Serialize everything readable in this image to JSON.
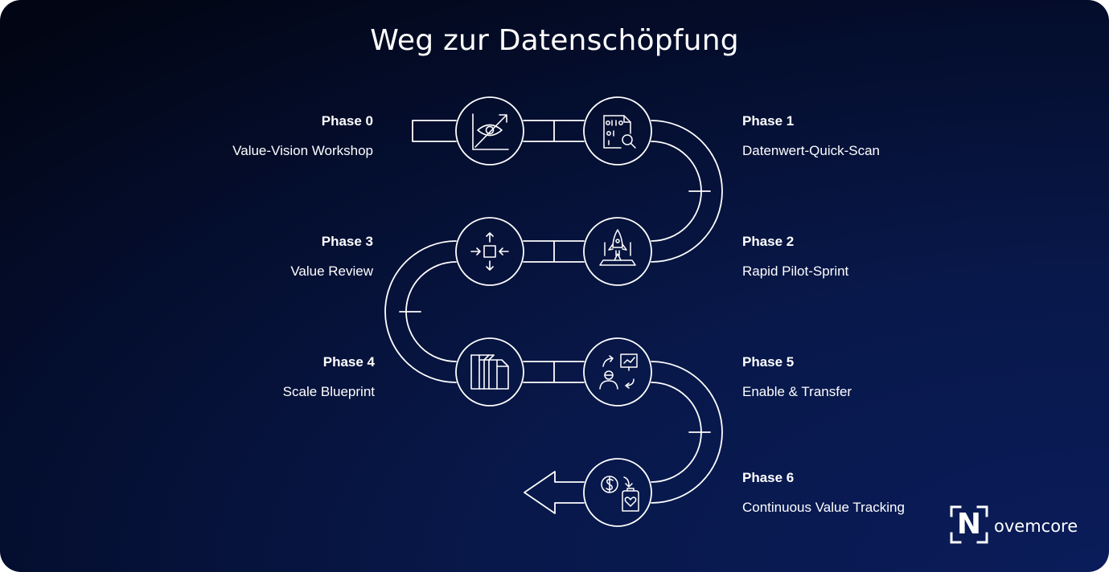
{
  "title": "Weg zur Datenschöpfung",
  "phases": [
    {
      "phase": "Phase 0",
      "name": "Value-Vision Workshop",
      "icon": "eye-chart-icon"
    },
    {
      "phase": "Phase 1",
      "name": "Datenwert-Quick-Scan",
      "icon": "binary-document-search-icon"
    },
    {
      "phase": "Phase 2",
      "name": "Rapid Pilot-Sprint",
      "icon": "rocket-laptop-icon"
    },
    {
      "phase": "Phase 3",
      "name": "Value Review",
      "icon": "arrows-to-center-icon"
    },
    {
      "phase": "Phase 4",
      "name": "Scale Blueprint",
      "icon": "blueprint-columns-icon"
    },
    {
      "phase": "Phase 5",
      "name": "Enable & Transfer",
      "icon": "presenter-transfer-icon"
    },
    {
      "phase": "Phase 6",
      "name": "Continuous Value Tracking",
      "icon": "dollar-heart-tracking-icon"
    }
  ],
  "logo": {
    "letter": "N",
    "text": "ovemcore"
  }
}
